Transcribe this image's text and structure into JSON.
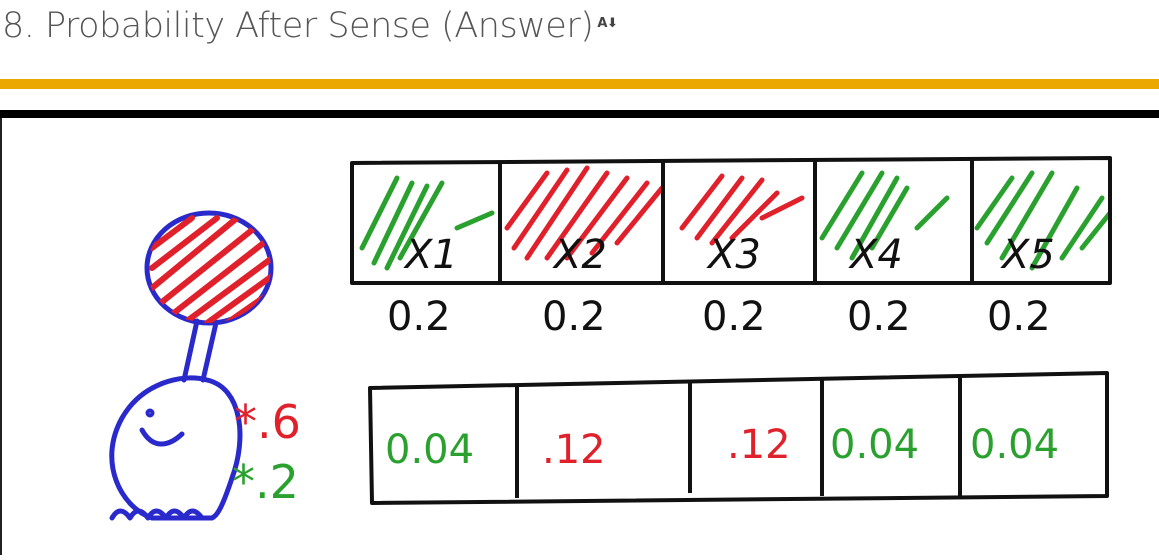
{
  "page": {
    "title": "8. Probability After Sense (Answer)",
    "translate_icon": "translate-icon"
  },
  "colors": {
    "accent_gold": "#eaa800",
    "red": "#e0202a",
    "green": "#2aa12f",
    "blue": "#2a2acc",
    "ink": "#111111"
  },
  "diagram": {
    "cells": [
      {
        "label": "X1",
        "prior": "0.2",
        "posterior": "0.04",
        "color": "green"
      },
      {
        "label": "X2",
        "prior": "0.2",
        "posterior": ".12",
        "color": "red"
      },
      {
        "label": "X3",
        "prior": "0.2",
        "posterior": ".12",
        "color": "red"
      },
      {
        "label": "X4",
        "prior": "0.2",
        "posterior": "0.04",
        "color": "green"
      },
      {
        "label": "X5",
        "prior": "0.2",
        "posterior": "0.04",
        "color": "green"
      }
    ],
    "multiplier_red": "*.6",
    "multiplier_green": "*.2"
  }
}
